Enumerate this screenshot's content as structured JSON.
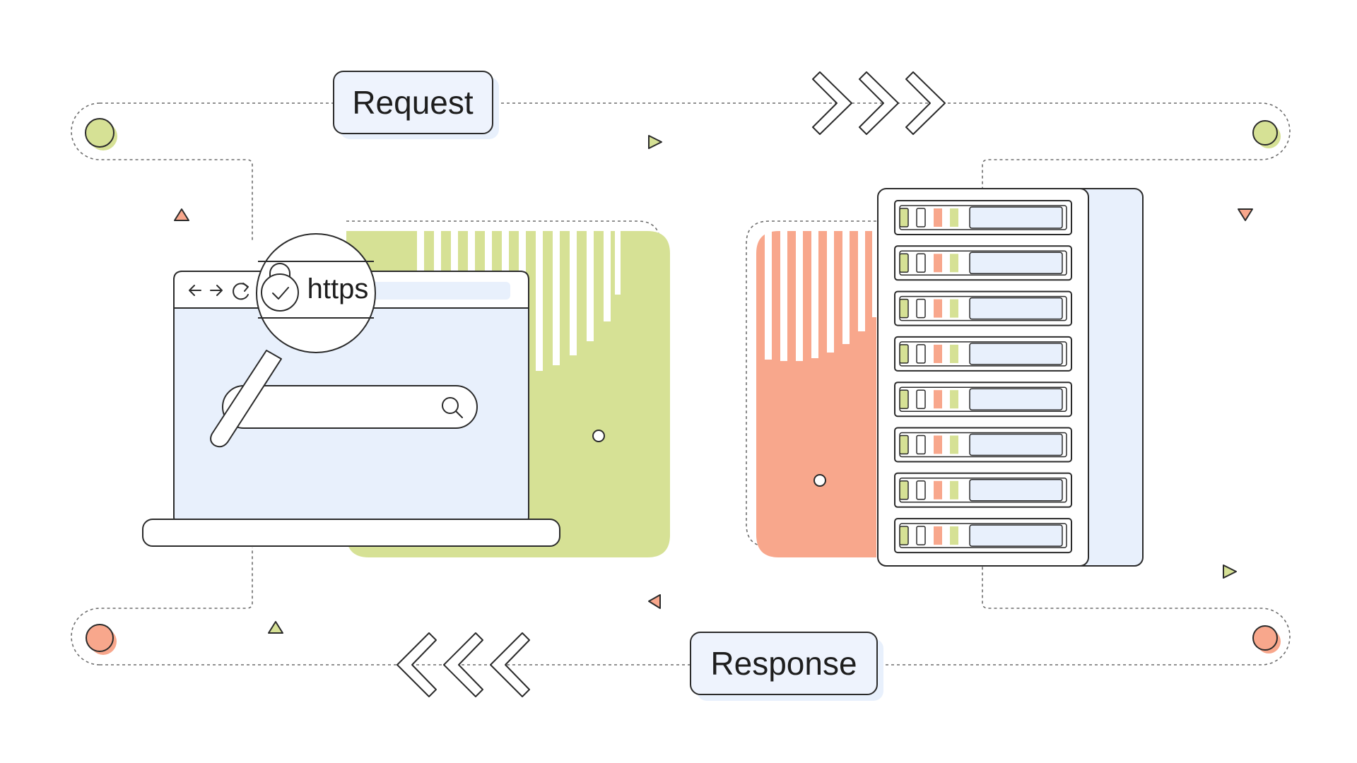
{
  "labels": {
    "request": "Request",
    "response": "Response",
    "protocol": "https"
  },
  "server": {
    "rack_unit_count": 8
  },
  "colors": {
    "outline": "#2b2b2b",
    "dotted_line": "#6d6d6d",
    "blue_fill": "#e8f0fc",
    "green_fill": "#d6e195",
    "salmon_fill": "#f8a78c",
    "label_fill": "#eef3fd"
  },
  "icons": [
    "lock-icon",
    "check-icon",
    "search-icon",
    "back-arrow-icon",
    "forward-arrow-icon",
    "reload-icon",
    "magnifier-icon",
    "chevron-right-icon",
    "chevron-left-icon",
    "triangle-marker-icon"
  ]
}
